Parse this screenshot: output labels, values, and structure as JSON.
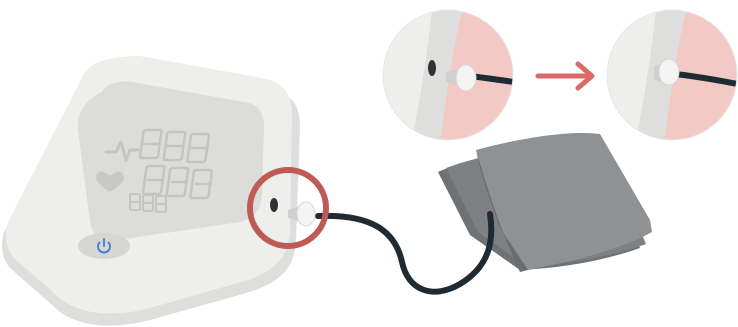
{
  "colors": {
    "background": "#ffffff",
    "device_body": "#eeeeed",
    "device_side": "#dededd",
    "screen": "#dcdcdb",
    "segment_stroke": "#c4c4c3",
    "power_button": "#d6d6d5",
    "power_icon": "#3d7cc9",
    "highlight_ring": "#bf5a57",
    "arrow": "#d96a66",
    "skin": "#f2c9c5",
    "tube": "#1f2b33",
    "cuff_dark": "#6f7174",
    "cuff_light": "#909193",
    "connector": "#f4f4f4",
    "port": "#2c3338"
  },
  "icons": {
    "power": "power-icon",
    "heart": "heart-icon",
    "pulse": "pulse-wave-icon",
    "arrow": "arrow-right-icon"
  },
  "display": {
    "digit_rows": [
      3,
      3,
      3
    ]
  }
}
